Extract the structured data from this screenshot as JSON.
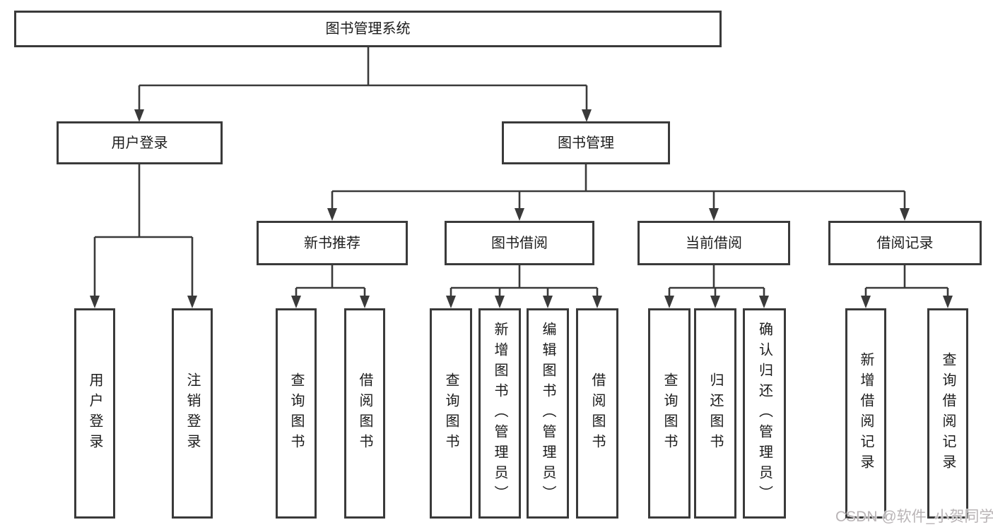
{
  "tree": {
    "label": "图书管理系统",
    "children": [
      {
        "label": "用户登录",
        "children": [
          {
            "label": "用户登录"
          },
          {
            "label": "注销登录"
          }
        ]
      },
      {
        "label": "图书管理",
        "children": [
          {
            "label": "新书推荐",
            "children": [
              {
                "label": "查询图书"
              },
              {
                "label": "借阅图书"
              }
            ]
          },
          {
            "label": "图书借阅",
            "children": [
              {
                "label": "查询图书"
              },
              {
                "label": "新增图书（管理员）"
              },
              {
                "label": "编辑图书（管理员）"
              },
              {
                "label": "借阅图书"
              }
            ]
          },
          {
            "label": "当前借阅",
            "children": [
              {
                "label": "查询图书"
              },
              {
                "label": "归还图书"
              },
              {
                "label": "确认归还（管理员）"
              }
            ]
          },
          {
            "label": "借阅记录",
            "children": [
              {
                "label": "新增借阅记录"
              },
              {
                "label": "查询借阅记录"
              }
            ]
          }
        ]
      }
    ]
  },
  "watermark": {
    "text": "CSDN @软件_小贺同学"
  },
  "colors": {
    "line": "#3a3a3a",
    "text": "#1c1c1c",
    "box_background": "#ffffff",
    "page_background": "#ffffff",
    "watermark": "#b9b4b6"
  }
}
